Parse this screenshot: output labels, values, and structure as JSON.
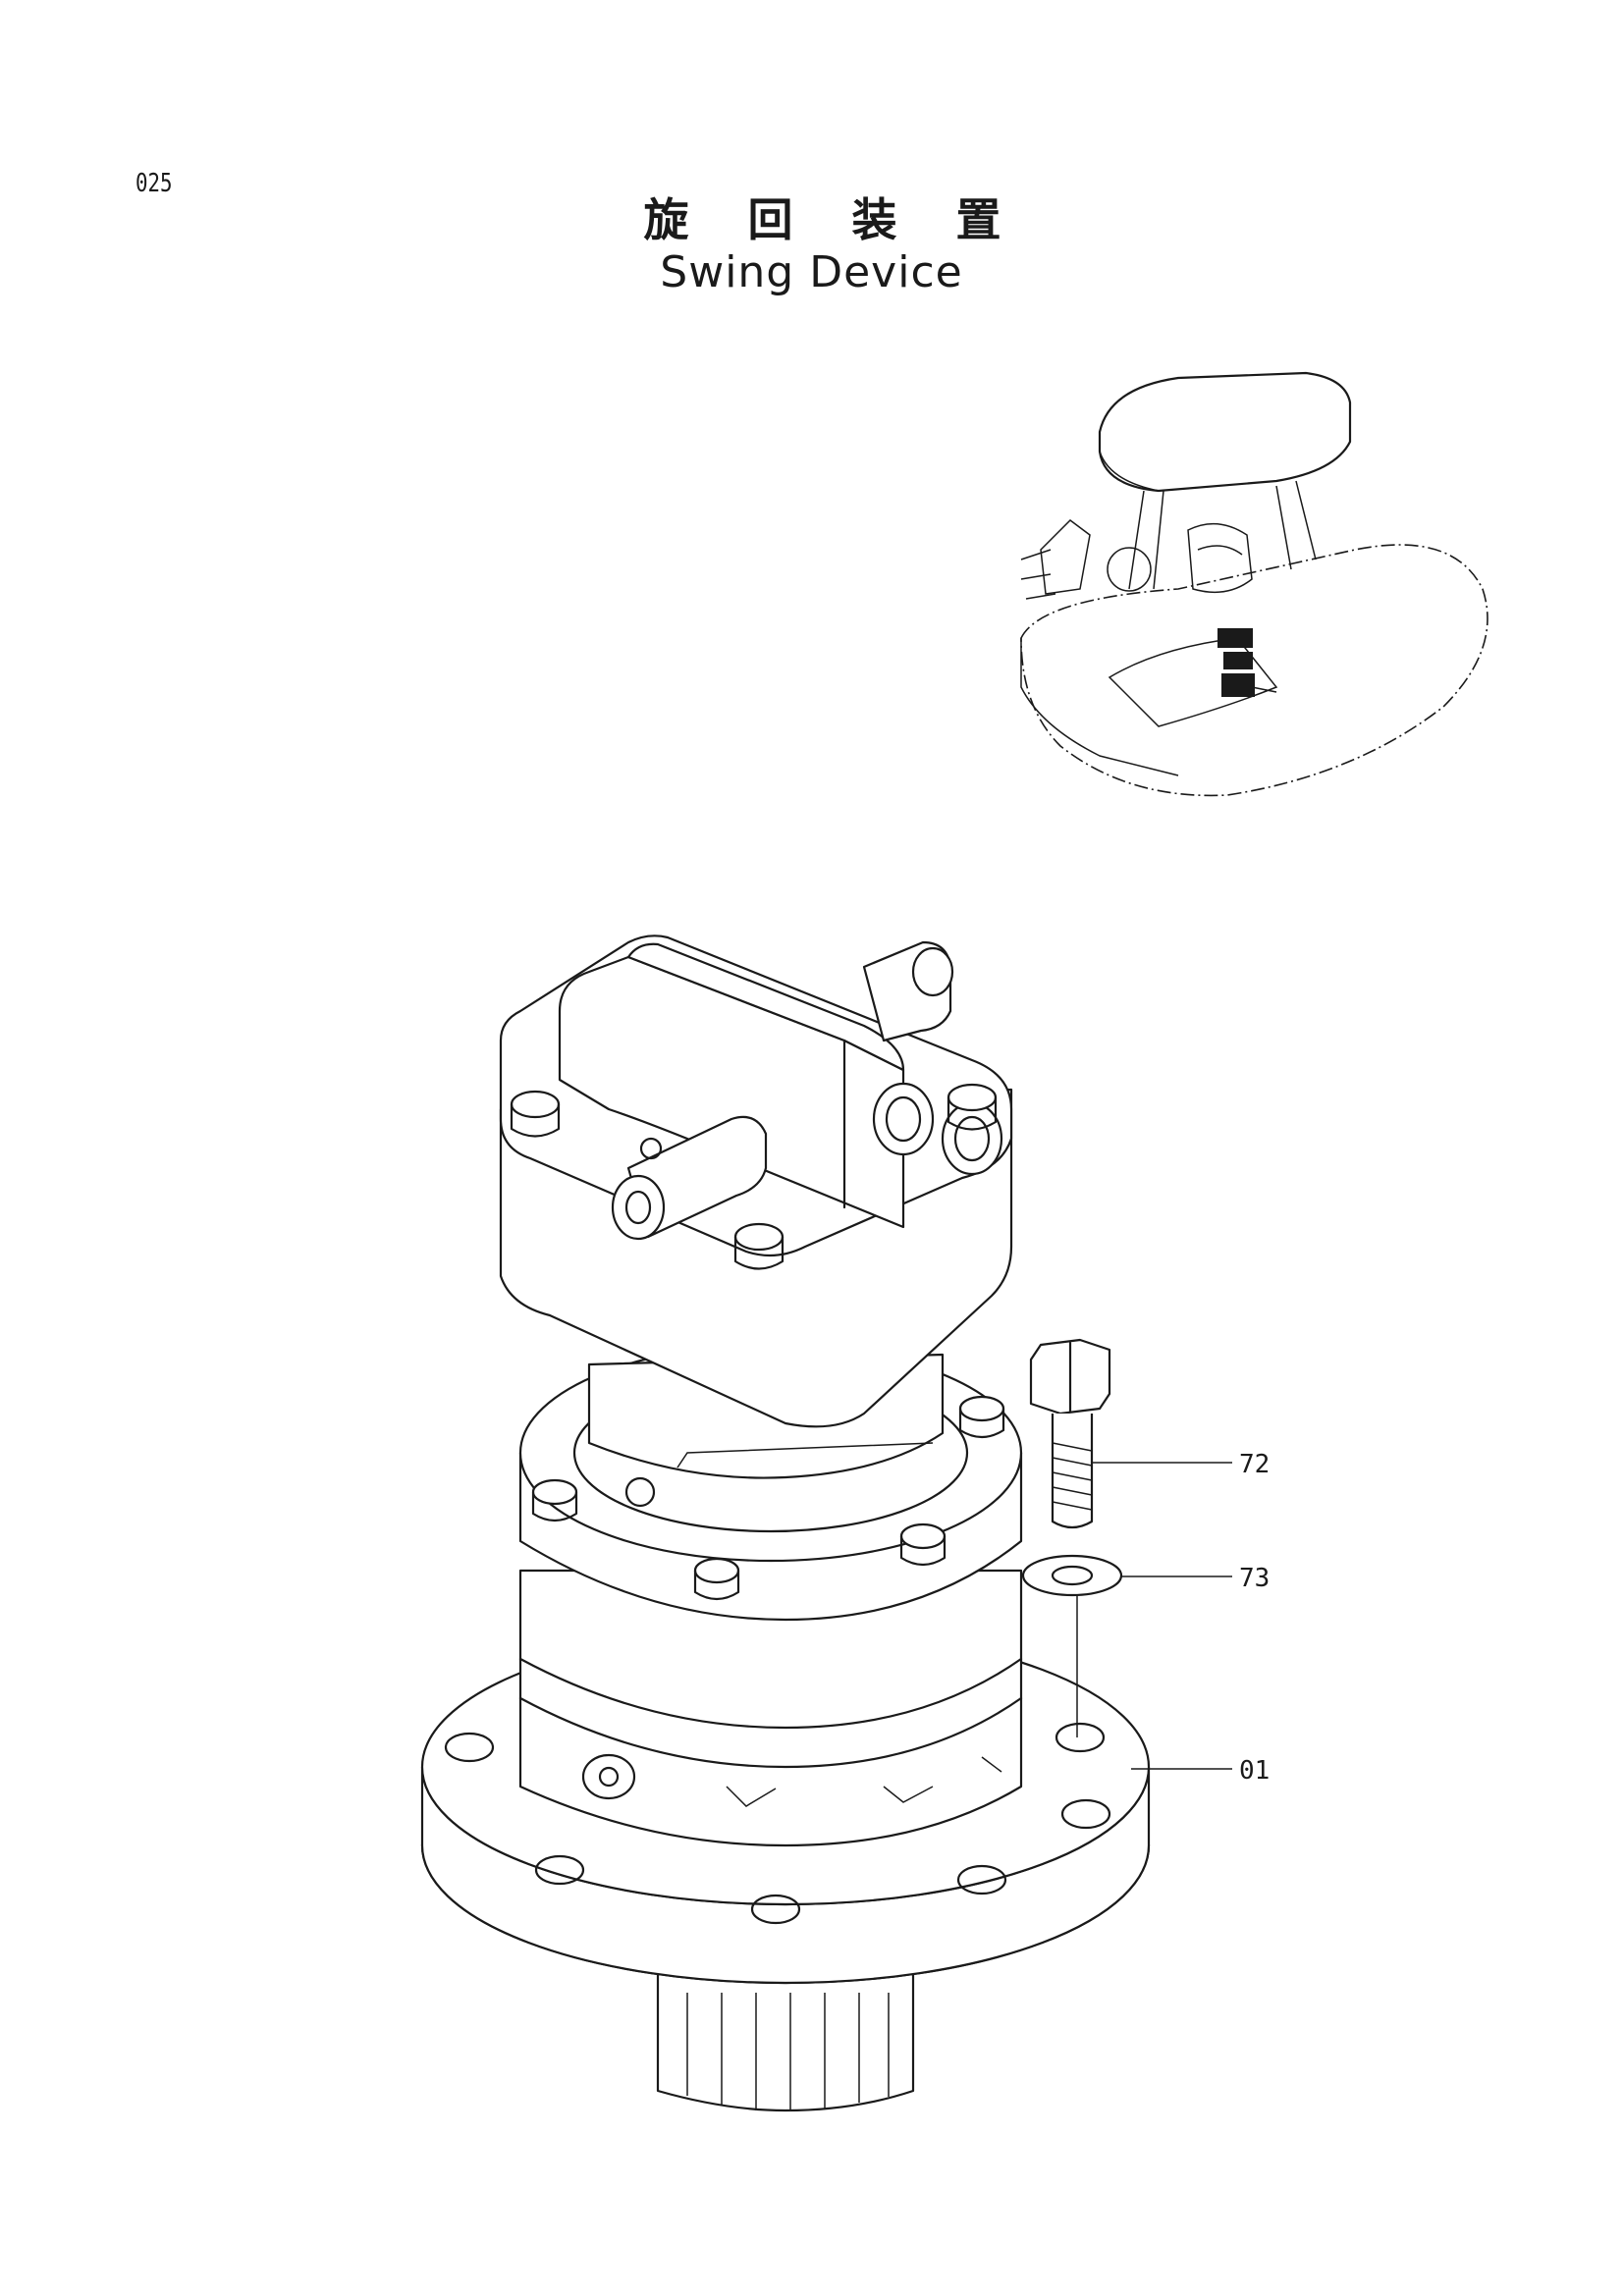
{
  "page": {
    "number": "025",
    "title_jp": "旋 回 装 置",
    "title_en": "Swing Device"
  },
  "callouts": [
    {
      "label": "72",
      "part": "bolt"
    },
    {
      "label": "73",
      "part": "washer"
    },
    {
      "label": "01",
      "part": "swing device"
    }
  ]
}
